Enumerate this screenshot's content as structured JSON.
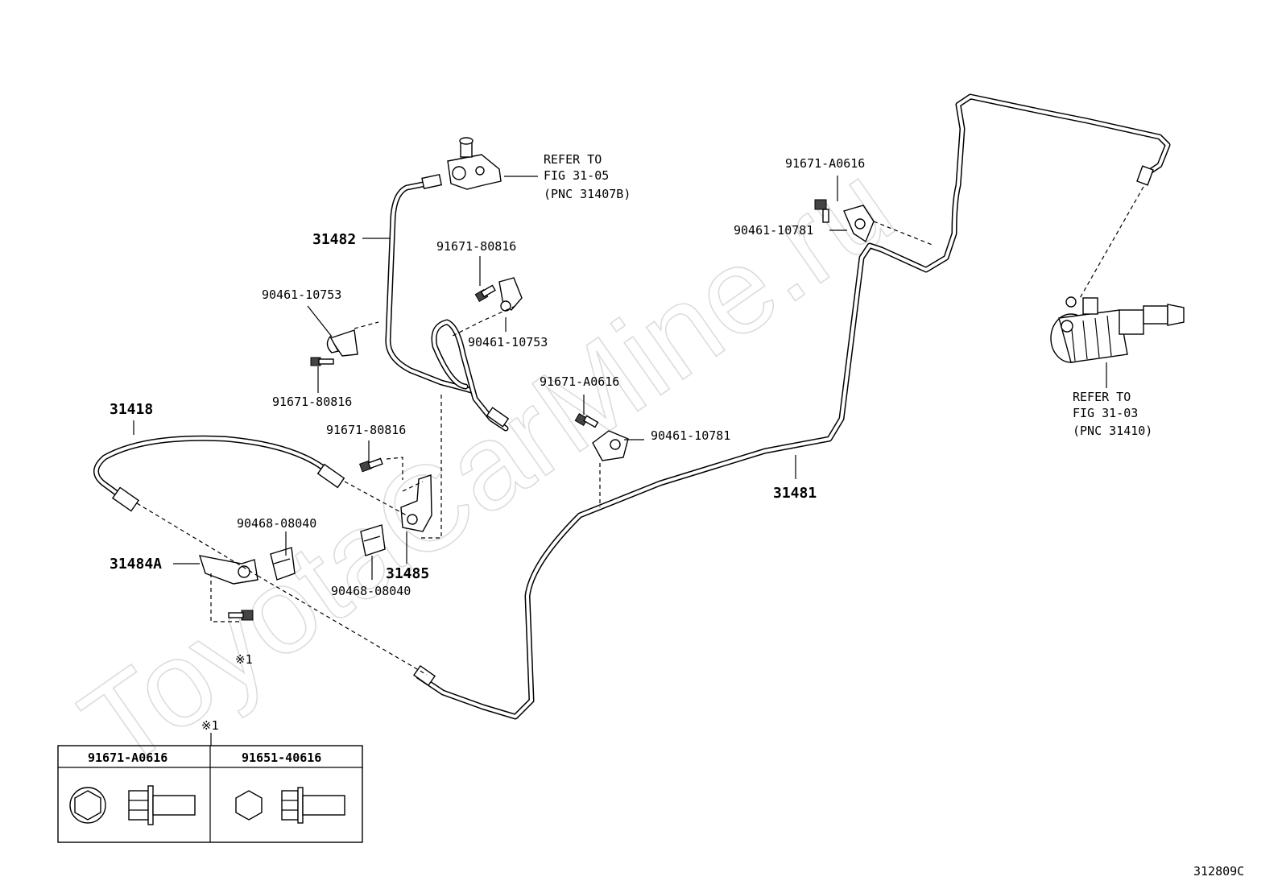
{
  "watermark": "ToyotaCarMine.ru",
  "figure_code": "312809C",
  "part_numbers": {
    "p31482": "31482",
    "p31418": "31418",
    "p31484a": "31484A",
    "p31485": "31485",
    "p31481": "31481"
  },
  "labels": {
    "c_91671_80816_top": "91671-80816",
    "c_90461_10753_right": "90461-10753",
    "c_90461_10753_left": "90461-10753",
    "c_91671_80816_left": "91671-80816",
    "c_91671_80816_mid": "91671-80816",
    "c_90468_08040_top": "90468-08040",
    "c_90468_08040_bottom": "90468-08040",
    "c_91671_a0616_mid": "91671-A0616",
    "c_90461_10781_mid": "90461-10781",
    "c_91671_a0616_top": "91671-A0616",
    "c_90461_10781_top": "90461-10781",
    "note_mark": "※1"
  },
  "references": {
    "ref_31_05": [
      "REFER TO",
      "FIG 31-05",
      "(PNC 31407B)"
    ],
    "ref_31_03": [
      "REFER TO",
      "FIG 31-03",
      "(PNC 31410)"
    ]
  },
  "legend": {
    "marker": "※1",
    "columns": [
      "91671-A0616",
      "91651-40616"
    ]
  }
}
